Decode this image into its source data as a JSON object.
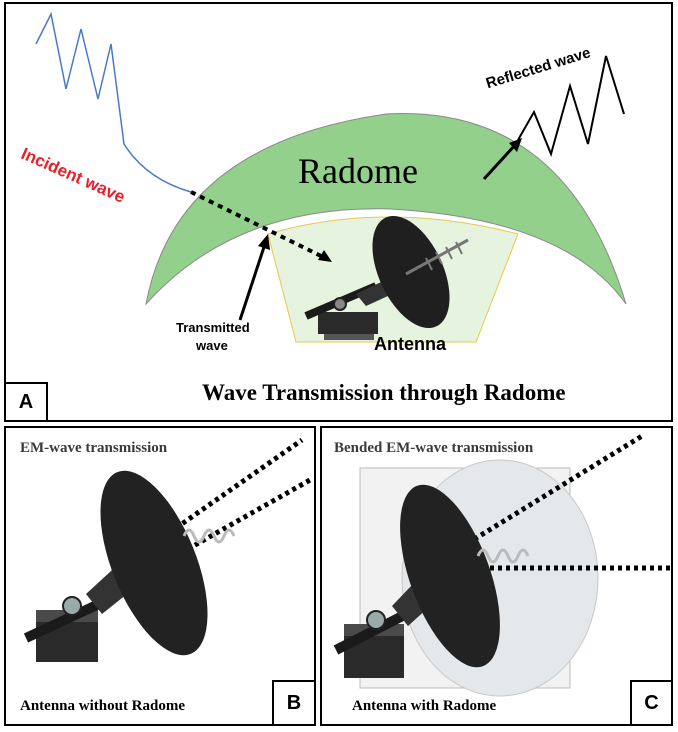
{
  "panel_a": {
    "letter": "A",
    "radome_label": "Radome",
    "incident_label": "Incident wave",
    "reflected_label": "Reflected wave",
    "transmitted_label_1": "Transmitted",
    "transmitted_label_2": "wave",
    "antenna_label": "Antenna",
    "caption": "Wave Transmission through Radome",
    "colors": {
      "radome": "#92d08c",
      "window": "#e6f3df",
      "incident": "#e8202a",
      "wave_blue": "#4a78c8"
    }
  },
  "panel_b": {
    "letter": "B",
    "title": "EM-wave transmission",
    "caption": "Antenna without  Radome"
  },
  "panel_c": {
    "letter": "C",
    "title": "Bended EM-wave transmission",
    "caption": "Antenna with Radome"
  }
}
